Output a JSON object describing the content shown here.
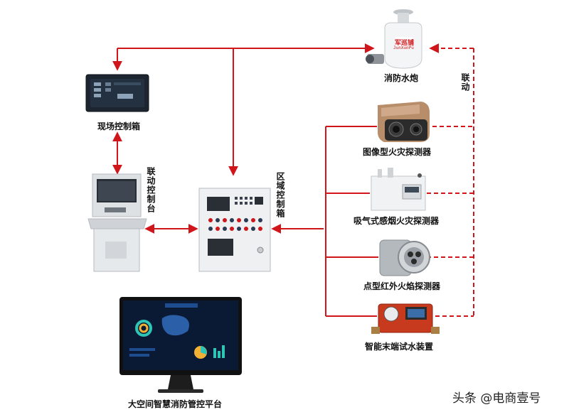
{
  "labels": {
    "water_cannon": "消防水炮",
    "linkage_right": "联动",
    "field_box": "现场控制箱",
    "image_detector": "图像型火灾探测器",
    "linkage_console": "联动控制台",
    "regional_box": "区域控制箱",
    "aspirating_detector": "吸气式感烟火灾探测器",
    "ir_flame_detector": "点型红外火焰探测器",
    "end_test_device": "智能末端试水装置",
    "platform": "大空间智慧消防管控平台"
  },
  "brand": {
    "cannon_brand_cn": "军巡铺",
    "cannon_brand_en": "JunXunPu"
  },
  "watermark": {
    "text": "头条 @电商壹号"
  },
  "colors": {
    "line": "#d0161b",
    "panel_bg": "#eef0f2",
    "dark_device": "#1c2530"
  }
}
